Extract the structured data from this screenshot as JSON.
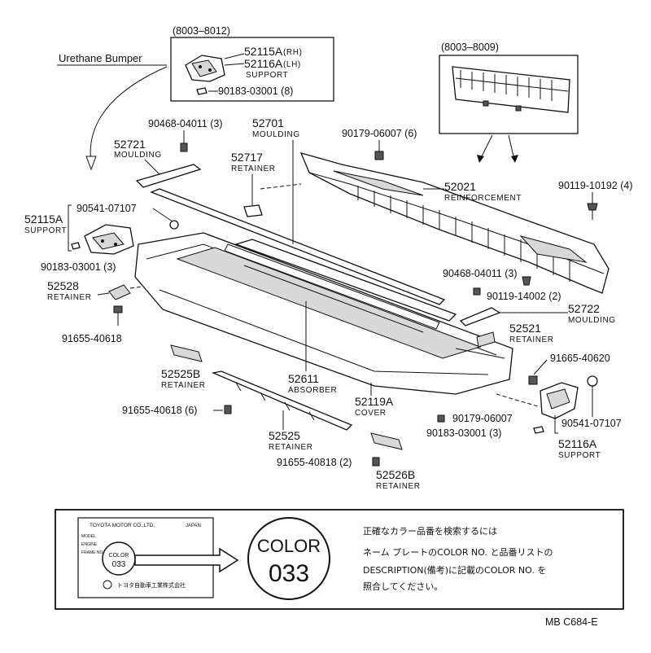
{
  "diagram": {
    "urethane_bumper": "Urethane Bumper",
    "inset_left_range": "(8003–8012)",
    "inset_right_range": "(8003–8009)",
    "footer_code": "MB  C684-E"
  },
  "parts": {
    "p52115A_rh": "52115A",
    "p52115A_rh_tag": "(RH)",
    "p52116A_lh": "52116A",
    "p52116A_lh_tag": "(LH)",
    "inset_support": "SUPPORT",
    "inset_bolt": "90183-03001 (8)",
    "p52701": "52701",
    "p52701_name": "MOULDING",
    "p90468a": "90468-04011 (3)",
    "p52721": "52721",
    "p52721_name": "MOULDING",
    "p52717": "52717",
    "p52717_name": "RETAINER",
    "p90179a": "90179-06007 (6)",
    "p52021": "52021",
    "p52021_name": "REINFORCEMENT",
    "p90119a": "90119-10192 (4)",
    "p90541a": "90541-07107",
    "p52115A": "52115A",
    "p52115A_name": "SUPPORT",
    "p90183a": "90183-03001 (3)",
    "p52528": "52528",
    "p52528_name": "RETAINER",
    "p90468b": "90468-04011 (3)",
    "p90119b": "90119-14002 (2)",
    "p52722": "52722",
    "p52722_name": "MOULDING",
    "p91655a": "91655-40618",
    "p52521": "52521",
    "p52521_name": "RETAINER",
    "p91665": "91665-40620",
    "p52525B": "52525B",
    "p52525B_name": "RETAINER",
    "p52611": "52611",
    "p52611_name": "ABSORBER",
    "p52119A": "52119A",
    "p52119A_name": "COVER",
    "p91655b": "91655-40618 (6)",
    "p90179b": "90179-06007",
    "p90541b": "90541-07107",
    "p90183b": "90183-03001 (3)",
    "p52116A": "52116A",
    "p52116A_name": "SUPPORT",
    "p52525": "52525",
    "p52525_name": "RETAINER",
    "p91655c": "91655-40818 (2)",
    "p52526B": "52526B",
    "p52526B_name": "RETAINER"
  },
  "color_box": {
    "plate_company": "TOYOTA MOTOR CO.,LTD.",
    "plate_country": "JAPAN",
    "plate_model": "MODEL",
    "plate_engine": "ENGINE",
    "plate_frame": "FRAME NO.",
    "plate_color_word": "COLOR",
    "plate_color_code": "033",
    "plate_maker_jp": "トヨタ自動車工業株式会社",
    "badge_word": "COLOR",
    "badge_code": "033",
    "note_line1": "正確なカラー品番を検索するには",
    "note_line2": "ネーム プレートのCOLOR NO. と品番リストの",
    "note_line3": "DESCRIPTION(備考)に記載のCOLOR NO. を",
    "note_line4": "照合してください。"
  }
}
